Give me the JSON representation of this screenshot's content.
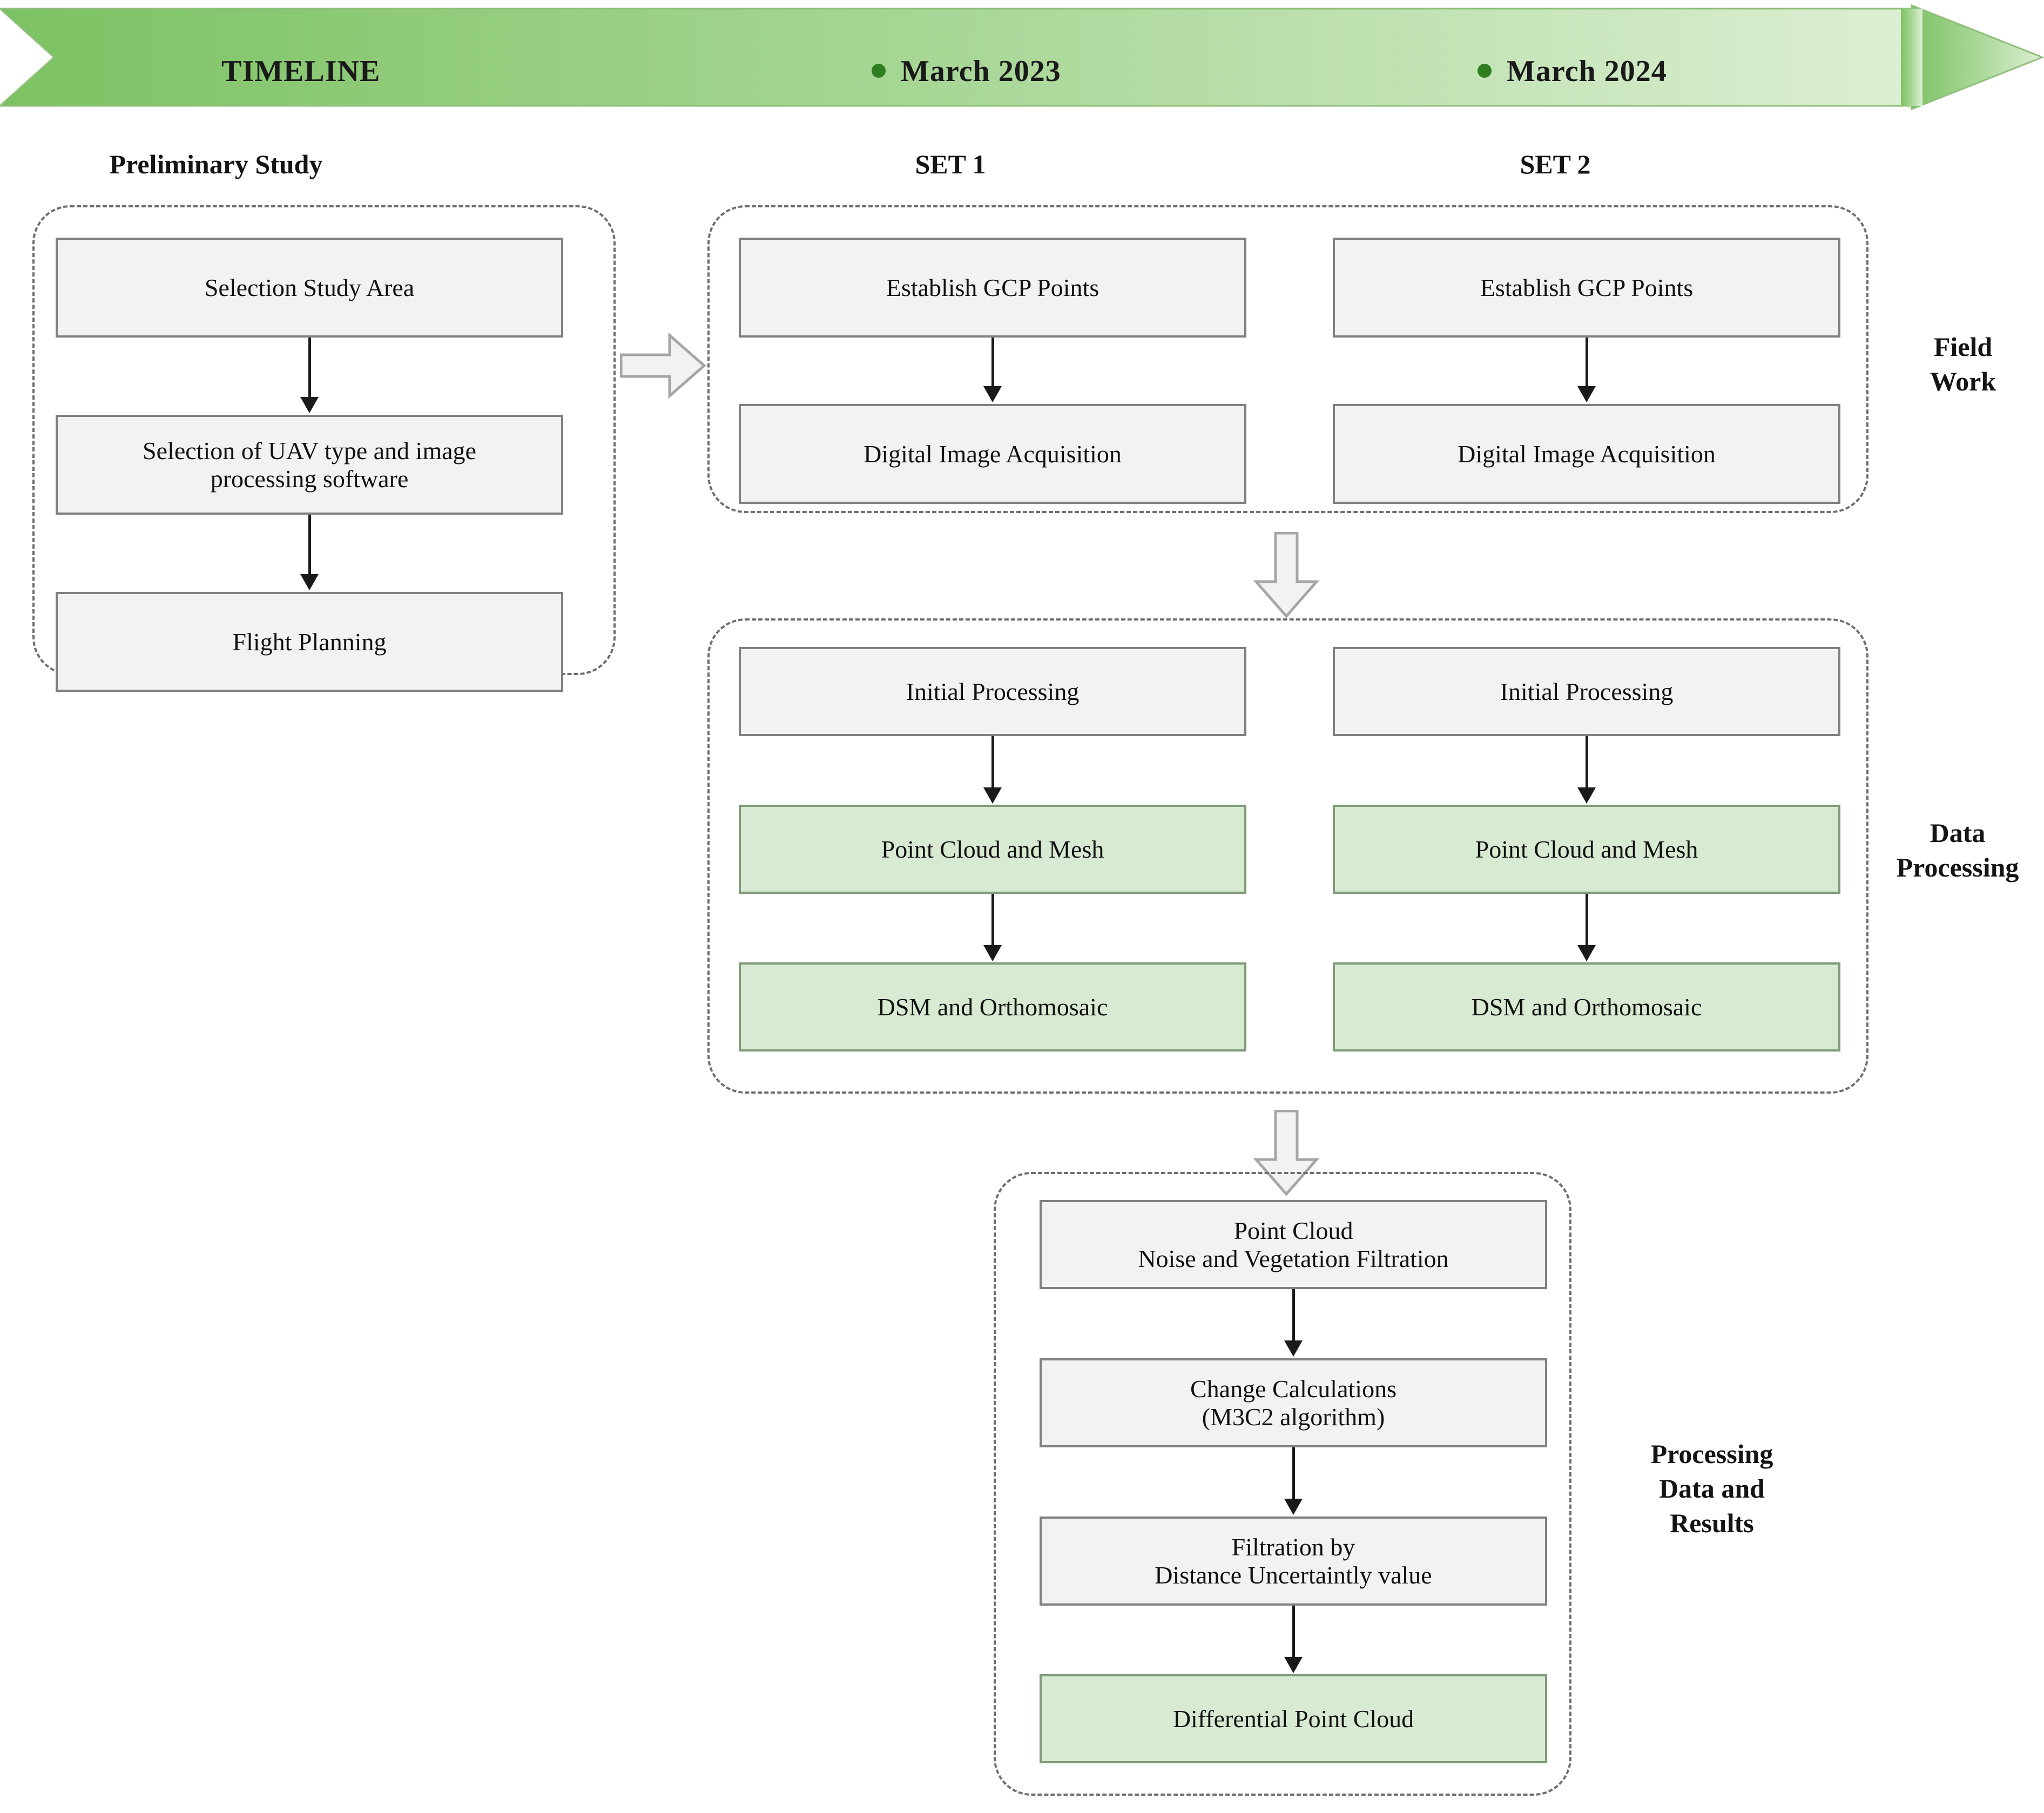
{
  "timeline": {
    "label": "TIMELINE",
    "milestones": [
      {
        "label": "March 2023"
      },
      {
        "label": "March 2024"
      }
    ],
    "arrow_color_start": "#7cc263",
    "arrow_color_end": "#d9ecd0",
    "dot_color": "#2e7d1f"
  },
  "headings": {
    "preliminary": "Preliminary Study",
    "set1": "SET 1",
    "set2": "SET 2"
  },
  "stages": {
    "field_work": "Field\nWork",
    "field_work_l1": "Field",
    "field_work_l2": "Work",
    "data_processing_l1": "Data",
    "data_processing_l2": "Processing",
    "results_l1": "Processing",
    "results_l2": "Data and",
    "results_l3": "Results"
  },
  "colors": {
    "node_fill": "#f2f2f2",
    "node_border": "#808080",
    "node_green_fill": "#d9ead3",
    "node_green_border": "#7f9b78",
    "group_border": "#6e6e6e",
    "arrow_black": "#1a1a1a",
    "block_arrow_fill": "#f2f2f2",
    "block_arrow_border": "#a6a6a6"
  },
  "preliminary_study": {
    "nodes": [
      {
        "text": "Selection Study Area",
        "style": "grey"
      },
      {
        "line1": "Selection of UAV type and image",
        "line2": "processing software",
        "style": "grey"
      },
      {
        "text": "Flight Planning",
        "style": "grey"
      }
    ]
  },
  "field_work": {
    "set1": [
      {
        "text": "Establish GCP Points",
        "style": "grey"
      },
      {
        "text": "Digital Image Acquisition",
        "style": "grey"
      }
    ],
    "set2": [
      {
        "text": "Establish GCP Points",
        "style": "grey"
      },
      {
        "text": "Digital Image Acquisition",
        "style": "grey"
      }
    ]
  },
  "data_processing": {
    "set1": [
      {
        "text": "Initial Processing",
        "style": "grey"
      },
      {
        "text": "Point Cloud and Mesh",
        "style": "green"
      },
      {
        "text": "DSM and Orthomosaic",
        "style": "green"
      }
    ],
    "set2": [
      {
        "text": "Initial Processing",
        "style": "grey"
      },
      {
        "text": "Point Cloud and Mesh",
        "style": "green"
      },
      {
        "text": "DSM and Orthomosaic",
        "style": "green"
      }
    ]
  },
  "results": {
    "nodes": [
      {
        "line1": "Point Cloud",
        "line2": "Noise and Vegetation Filtration",
        "style": "grey"
      },
      {
        "line1": "Change Calculations",
        "line2": "(M3C2 algorithm)",
        "style": "grey"
      },
      {
        "line1": "Filtration by",
        "line2": "Distance Uncertaintly value",
        "style": "grey"
      },
      {
        "text": "Differential Point Cloud",
        "style": "green"
      }
    ]
  },
  "icons": {
    "timeline_arrow": "right-block-arrow-icon",
    "milestone_dot": "milestone-dot-icon",
    "flow_arrow_down": "arrow-down-icon",
    "stage_arrow_right": "block-arrow-right-icon",
    "stage_arrow_down": "block-arrow-down-icon"
  }
}
